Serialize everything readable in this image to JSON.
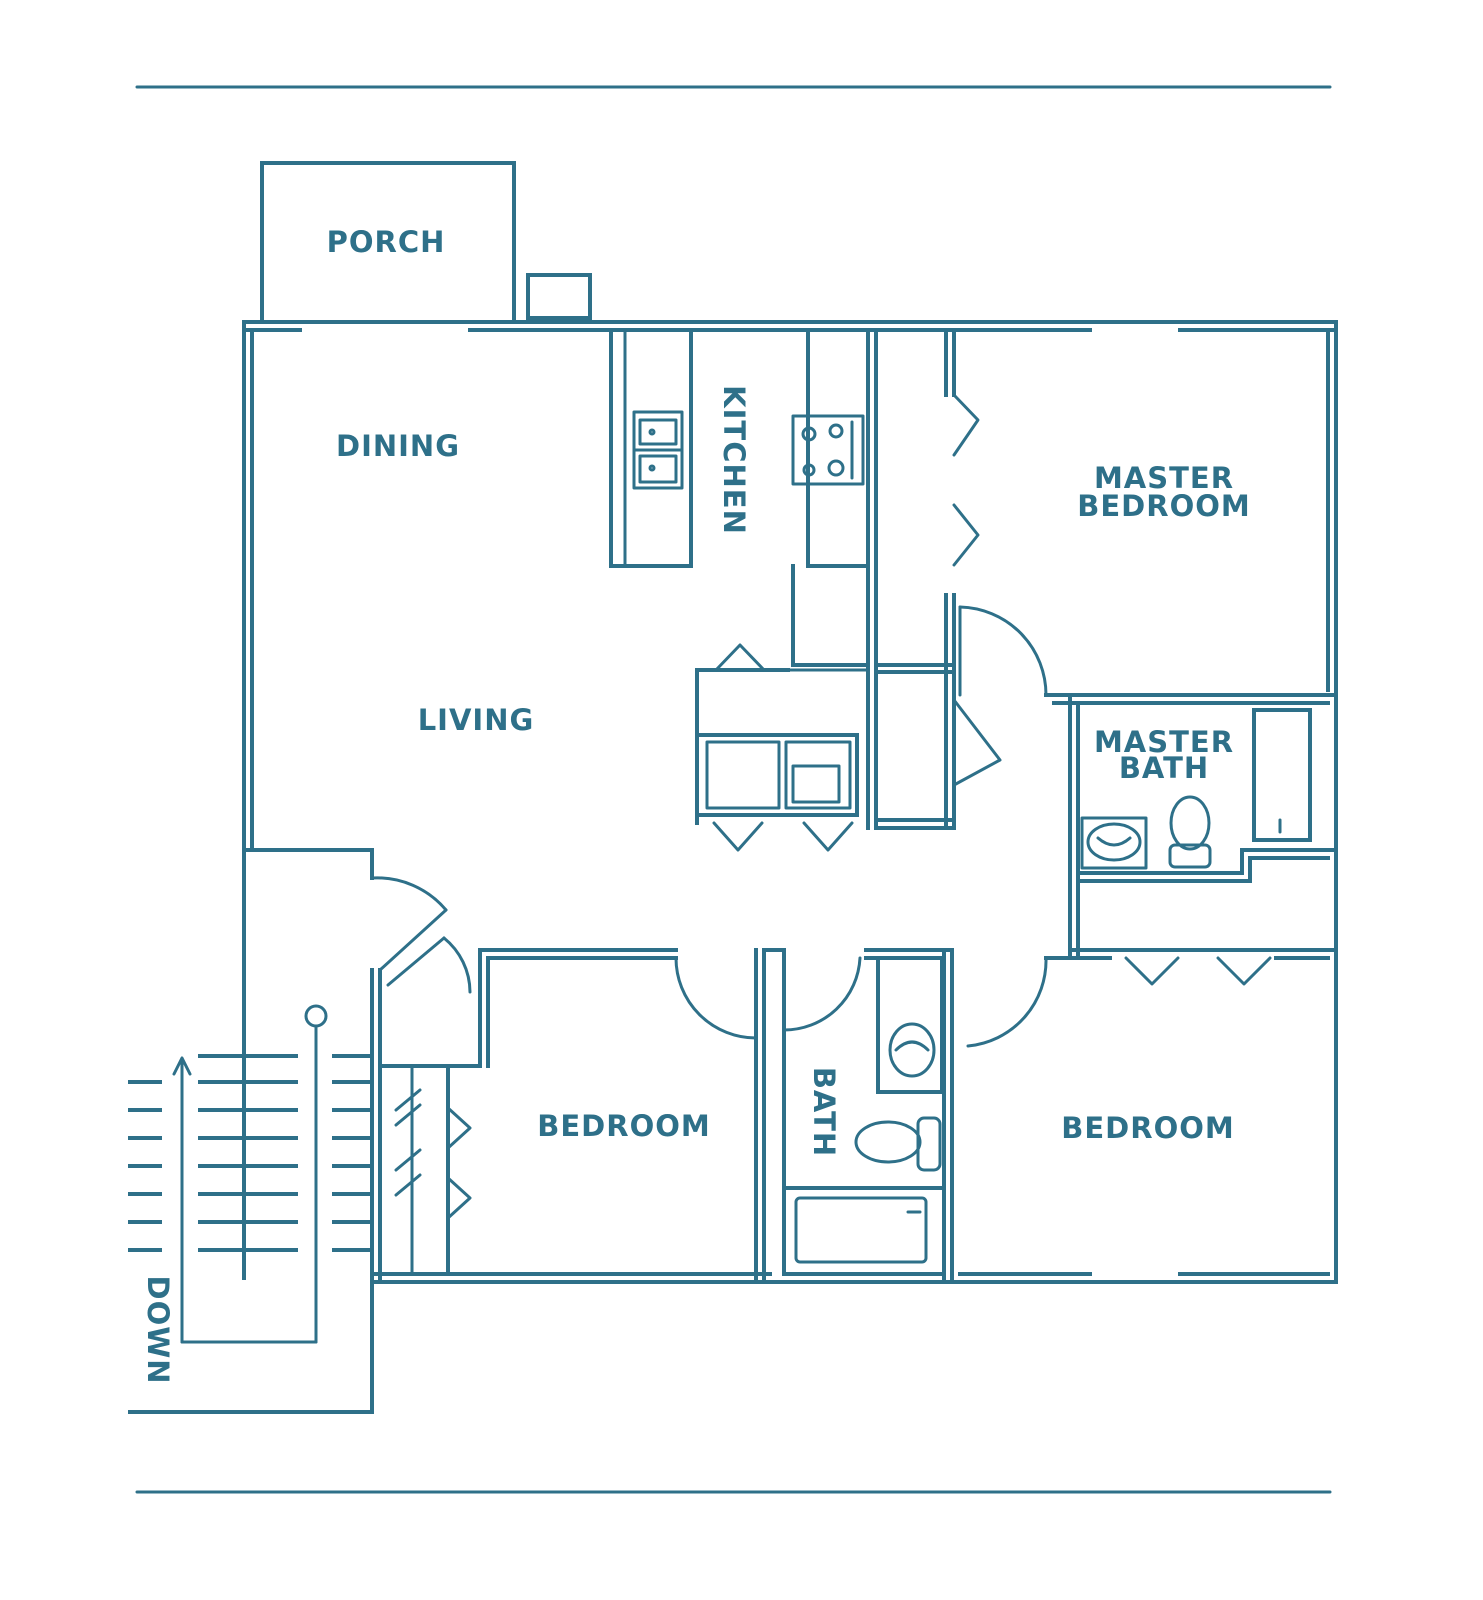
{
  "rooms": {
    "porch": "PORCH",
    "dining": "DINING",
    "kitchen": "KITCHEN",
    "master_bedroom_line1": "MASTER",
    "master_bedroom_line2": "BEDROOM",
    "living": "LIVING",
    "master_bath_line1": "MASTER",
    "master_bath_line2": "BATH",
    "bedroom_left": "BEDROOM",
    "bath": "BATH",
    "bedroom_right": "BEDROOM"
  },
  "stairs": {
    "label": "DOWN"
  },
  "colors": {
    "line": "#2e7089",
    "background": "#ffffff"
  }
}
